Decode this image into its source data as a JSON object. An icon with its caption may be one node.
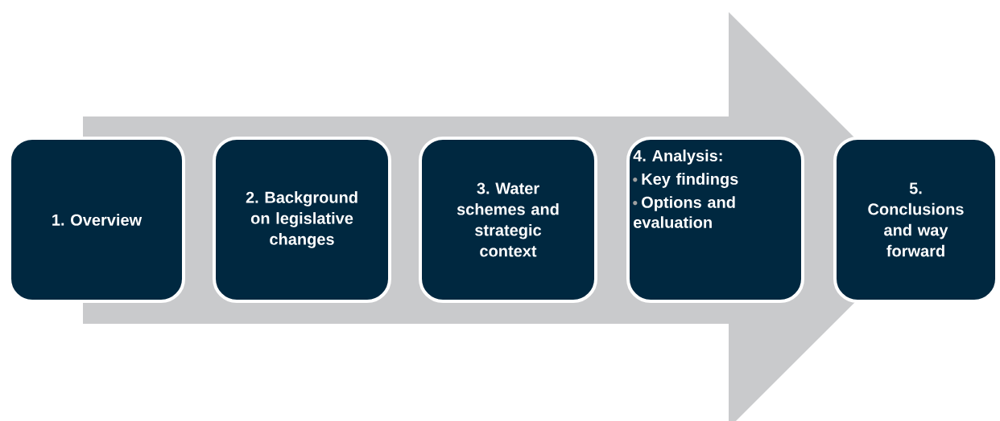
{
  "diagram": {
    "nodes": [
      {
        "text": [
          "1. Overview"
        ]
      },
      {
        "text": [
          "2. Background on legislative changes"
        ]
      },
      {
        "text": [
          "3. Water schemes and strategic context"
        ]
      },
      {
        "text": [
          "4. Analysis:",
          "Key findings",
          "Options and evaluation"
        ]
      },
      {
        "text": [
          "5. Conclusions and way forward"
        ]
      }
    ],
    "edges": [
      {
        "from": 0,
        "to": 4,
        "arrow": "to",
        "style": "thick"
      }
    ]
  }
}
